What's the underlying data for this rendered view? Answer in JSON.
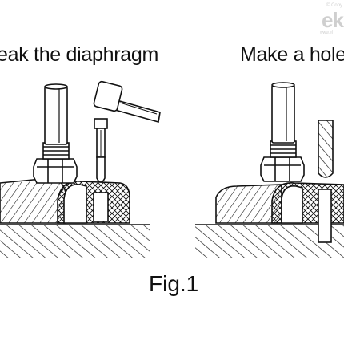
{
  "labels": {
    "left": "eak the diaphragm",
    "right": "Make a hole",
    "figure": "Fig.1"
  },
  "watermark": {
    "small": "© Copy",
    "brand": "ek",
    "url": "www.el"
  },
  "colors": {
    "line": "#111111",
    "fill": "#ffffff"
  }
}
